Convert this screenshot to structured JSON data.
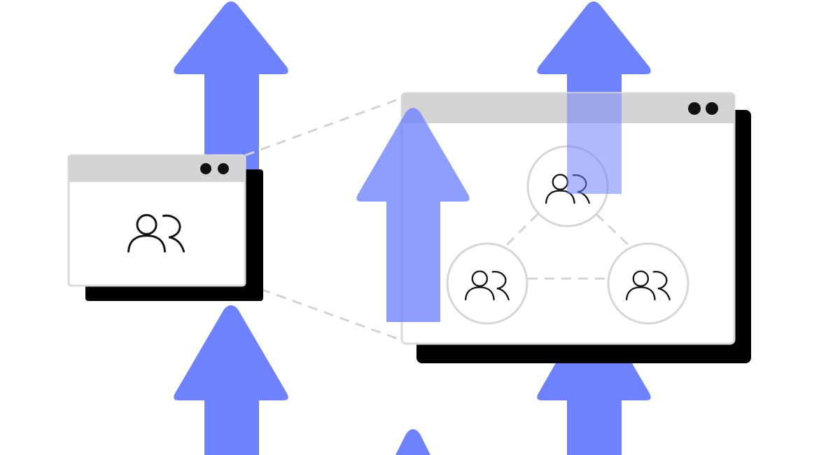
{
  "colors": {
    "background": "#ffffff",
    "arrow": "#6d82fc",
    "window_chrome": "#d4d4d6",
    "window_border": "#dadada",
    "window_shadow": "#000000",
    "window_dots": "#111111",
    "connector_dash": "#d3d3d3",
    "icon_stroke": "#111111"
  },
  "icons": {
    "user_group": "user-group-icon",
    "arrow": "up-arrow-icon"
  },
  "windows": [
    {
      "name": "small-window",
      "content": "single-user-group"
    },
    {
      "name": "large-window",
      "content": "three-user-group-network"
    }
  ],
  "network_nodes": 3,
  "arrow_count": 6
}
